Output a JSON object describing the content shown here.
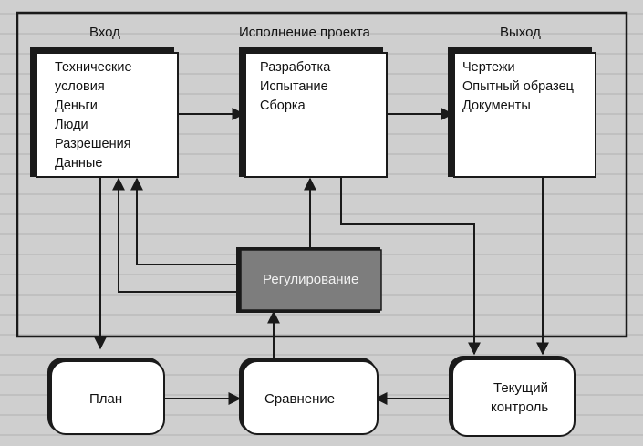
{
  "headers": {
    "input": "Вход",
    "execution": "Исполнение проекта",
    "output": "Выход"
  },
  "boxes": {
    "input": [
      "Технические",
      "условия",
      "Деньги",
      "Люди",
      "Разрешения",
      "Данные"
    ],
    "execution": [
      "Разработка",
      "Испытание",
      "Сборка"
    ],
    "output": [
      "Чертежи",
      "Опытный образец",
      "Документы"
    ]
  },
  "control": "Регулирование",
  "bottom": {
    "plan": "План",
    "compare": "Сравнение",
    "monitor": [
      "Текущий",
      "контроль"
    ]
  },
  "colors": {
    "background": "#cfcfcf",
    "box_fill": "#ffffff",
    "line": "#1a1a1a",
    "control_fill": "#7d7d7d"
  }
}
